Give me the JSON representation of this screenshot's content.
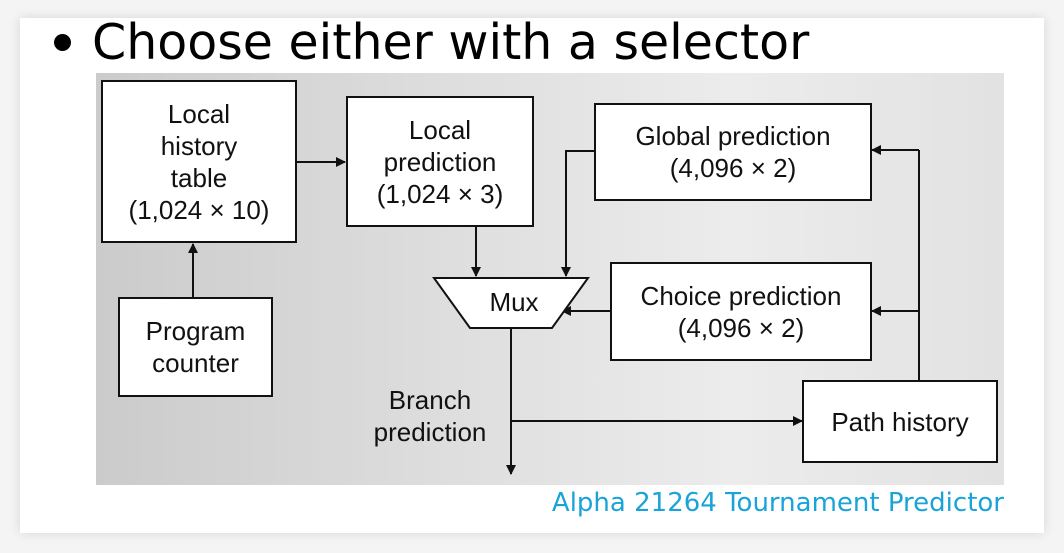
{
  "heading": "Choose either with a selector",
  "diagram": {
    "local_history_table": [
      "Local",
      "history",
      "table",
      "(1,024 × 10)"
    ],
    "local_prediction": [
      "Local",
      "prediction",
      "(1,024 × 3)"
    ],
    "global_prediction": [
      "Global prediction",
      "(4,096 × 2)"
    ],
    "choice_prediction": [
      "Choice prediction",
      "(4,096 × 2)"
    ],
    "program_counter": [
      "Program",
      "counter"
    ],
    "path_history": [
      "Path history"
    ],
    "mux": "Mux",
    "branch_prediction": [
      "Branch",
      "prediction"
    ]
  },
  "caption": "Alpha 21264 Tournament Predictor"
}
